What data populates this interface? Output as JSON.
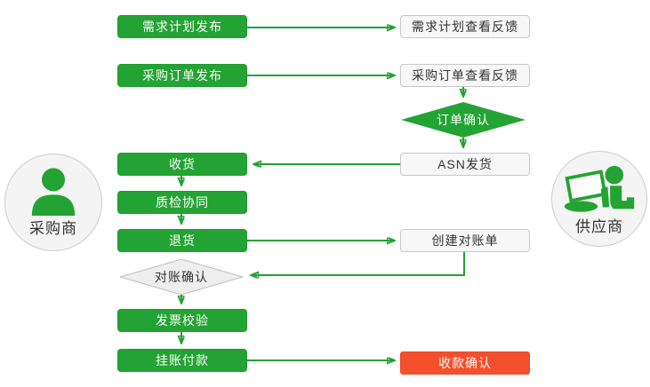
{
  "palette": {
    "green": "#23a333",
    "red": "#f4502c",
    "light_box_bg": "#f7f7f7",
    "light_box_border": "#c8c8c8",
    "diamond_gray_bg": "#eeeeee",
    "text_dark": "#333333"
  },
  "actors": {
    "buyer": {
      "label": "采购商"
    },
    "supplier": {
      "label": "供应商"
    }
  },
  "nodes": {
    "demand_plan_publish": {
      "label": "需求计划发布"
    },
    "demand_plan_feedback": {
      "label": "需求计划查看反馈"
    },
    "purchase_order_publish": {
      "label": "采购订单发布"
    },
    "purchase_order_feedback": {
      "label": "采购订单查看反馈"
    },
    "order_confirm": {
      "label": "订单确认"
    },
    "receive_goods": {
      "label": "收货"
    },
    "asn_shipment": {
      "label": "ASN发货"
    },
    "quality_collaboration": {
      "label": "质检协同"
    },
    "return_goods": {
      "label": "退货"
    },
    "create_statement": {
      "label": "创建对账单"
    },
    "statement_confirm": {
      "label": "对账确认"
    },
    "invoice_verification": {
      "label": "发票校验"
    },
    "account_payment": {
      "label": "挂账付款"
    },
    "payment_receipt_confirm": {
      "label": "收款确认"
    }
  }
}
